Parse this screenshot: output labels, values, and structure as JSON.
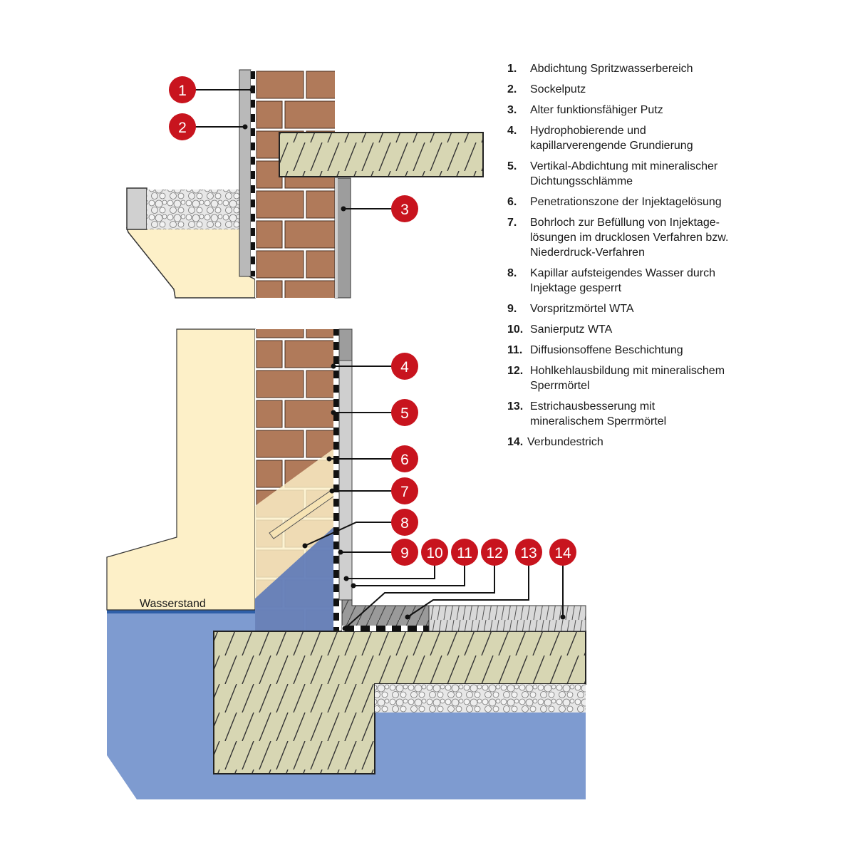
{
  "diagram": {
    "water_level_label": "Wasserstand",
    "colors": {
      "brick": "#b07a5a",
      "mortar": "#ffffff",
      "concrete": "#d7d6b3",
      "plaster_gray": "#b3b3b3",
      "soil": "#fdf0c8",
      "water": "#7e9bd0",
      "marker_red": "#c8141e"
    },
    "markers": [
      "1",
      "2",
      "3",
      "4",
      "5",
      "6",
      "7",
      "8",
      "9",
      "10",
      "11",
      "12",
      "13",
      "14"
    ]
  },
  "legend": [
    {
      "num": "1.",
      "text": "Abdichtung Spritzwasserbereich"
    },
    {
      "num": "2.",
      "text": "Sockelputz"
    },
    {
      "num": "3.",
      "text": "Alter funktionsfähiger Putz"
    },
    {
      "num": "4.",
      "text": "Hydrophobierende und kapillarverengende Grundierung"
    },
    {
      "num": "5.",
      "text": "Vertikal-Abdichtung mit mineralischer Dichtungsschlämme"
    },
    {
      "num": "6.",
      "text": "Penetrationszone der Injektagelösung"
    },
    {
      "num": "7.",
      "text": "Bohrloch zur Befüllung von Injektage-lösungen im drucklosen Verfahren bzw. Niederdruck-Verfahren"
    },
    {
      "num": "8.",
      "text": "Kapillar aufsteigendes Wasser durch Injektage gesperrt"
    },
    {
      "num": "9.",
      "text": "Vorspritzmörtel WTA"
    },
    {
      "num": "10.",
      "text": "Sanierputz WTA"
    },
    {
      "num": "11.",
      "text": "Diffusionsoffene Beschichtung"
    },
    {
      "num": "12.",
      "text": "Hohlkehlausbildung mit mineralischem Sperrmörtel"
    },
    {
      "num": "13.",
      "text": "Estrichausbesserung mit mineralischem Sperrmörtel"
    },
    {
      "num": "14.",
      "text": "Verbundestrich"
    }
  ]
}
